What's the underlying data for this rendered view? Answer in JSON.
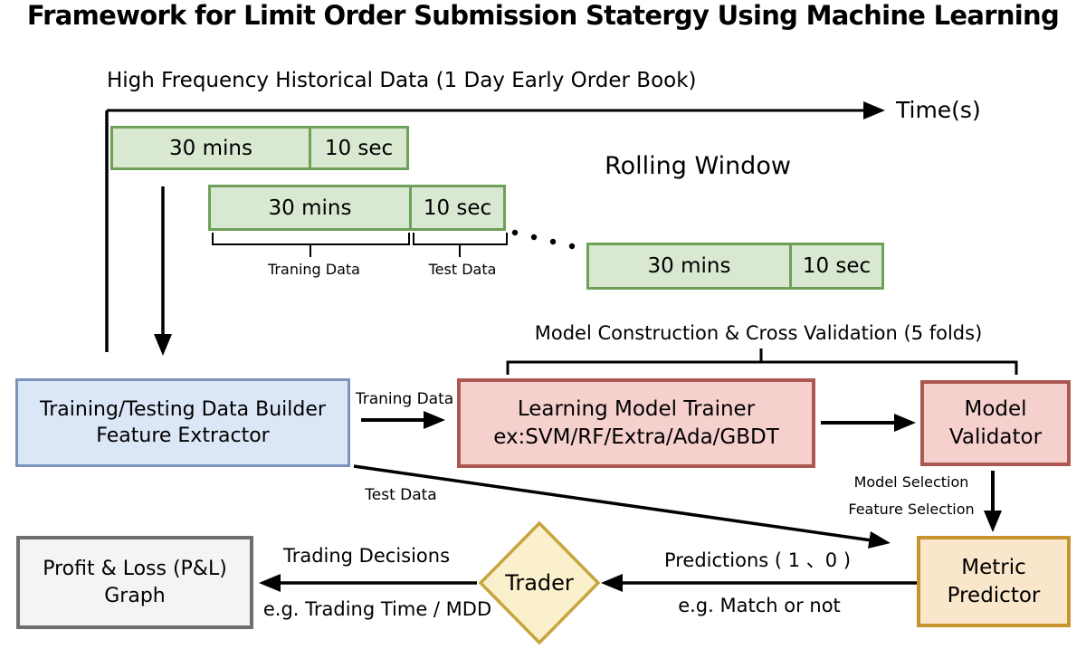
{
  "title": "Framework for Limit Order Submission Statergy Using Machine Learning",
  "timeline": {
    "label": "High Frequency Historical Data (1 Day Early Order Book)",
    "axis_label": "Time(s)"
  },
  "rolling_window": {
    "label": "Rolling Window",
    "windows": [
      {
        "train": "30 mins",
        "test": "10 sec"
      },
      {
        "train": "30 mins",
        "test": "10 sec"
      },
      {
        "train": "30 mins",
        "test": "10 sec"
      }
    ],
    "training_data_label": "Traning Data",
    "test_data_label": "Test Data"
  },
  "pipeline": {
    "cross_validation_label": "Model Construction & Cross Validation (5 folds)",
    "builder_box": {
      "line1": "Training/Testing Data Builder",
      "line2": "Feature Extractor"
    },
    "trainer_box": {
      "line1": "Learning Model Trainer",
      "line2": "ex:SVM/RF/Extra/Ada/GBDT"
    },
    "validator_box": {
      "line1": "Model",
      "line2": "Validator"
    },
    "metric_box": {
      "line1": "Metric",
      "line2": "Predictor"
    },
    "trader_label": "Trader",
    "pnl_box": {
      "line1": "Profit & Loss (P&L)",
      "line2": "Graph"
    }
  },
  "edges": {
    "traning_data": "Traning Data",
    "test_data": "Test Data",
    "model_selection": "Model Selection",
    "feature_selection": "Feature Selection",
    "predictions": "Predictions ( 1 、0 )",
    "match_or_not": "e.g. Match or not",
    "trading_decisions": "Trading Decisions",
    "trading_time_mdd": "e.g. Trading Time / MDD"
  },
  "colors": {
    "green_fill": "#d9e8d1",
    "green_border": "#6fa058",
    "blue_fill": "#dbe7f7",
    "blue_border": "#7b93bd",
    "pink_fill": "#f5d0cd",
    "pink_border": "#ad5752",
    "orange_fill": "#fae6cb",
    "orange_border": "#c8942f",
    "yellow_fill": "#faf0cc",
    "yellow_border": "#c9a43e",
    "gray_fill": "#f4f4f4",
    "gray_border": "#6f6f6f",
    "line": "#000000"
  }
}
